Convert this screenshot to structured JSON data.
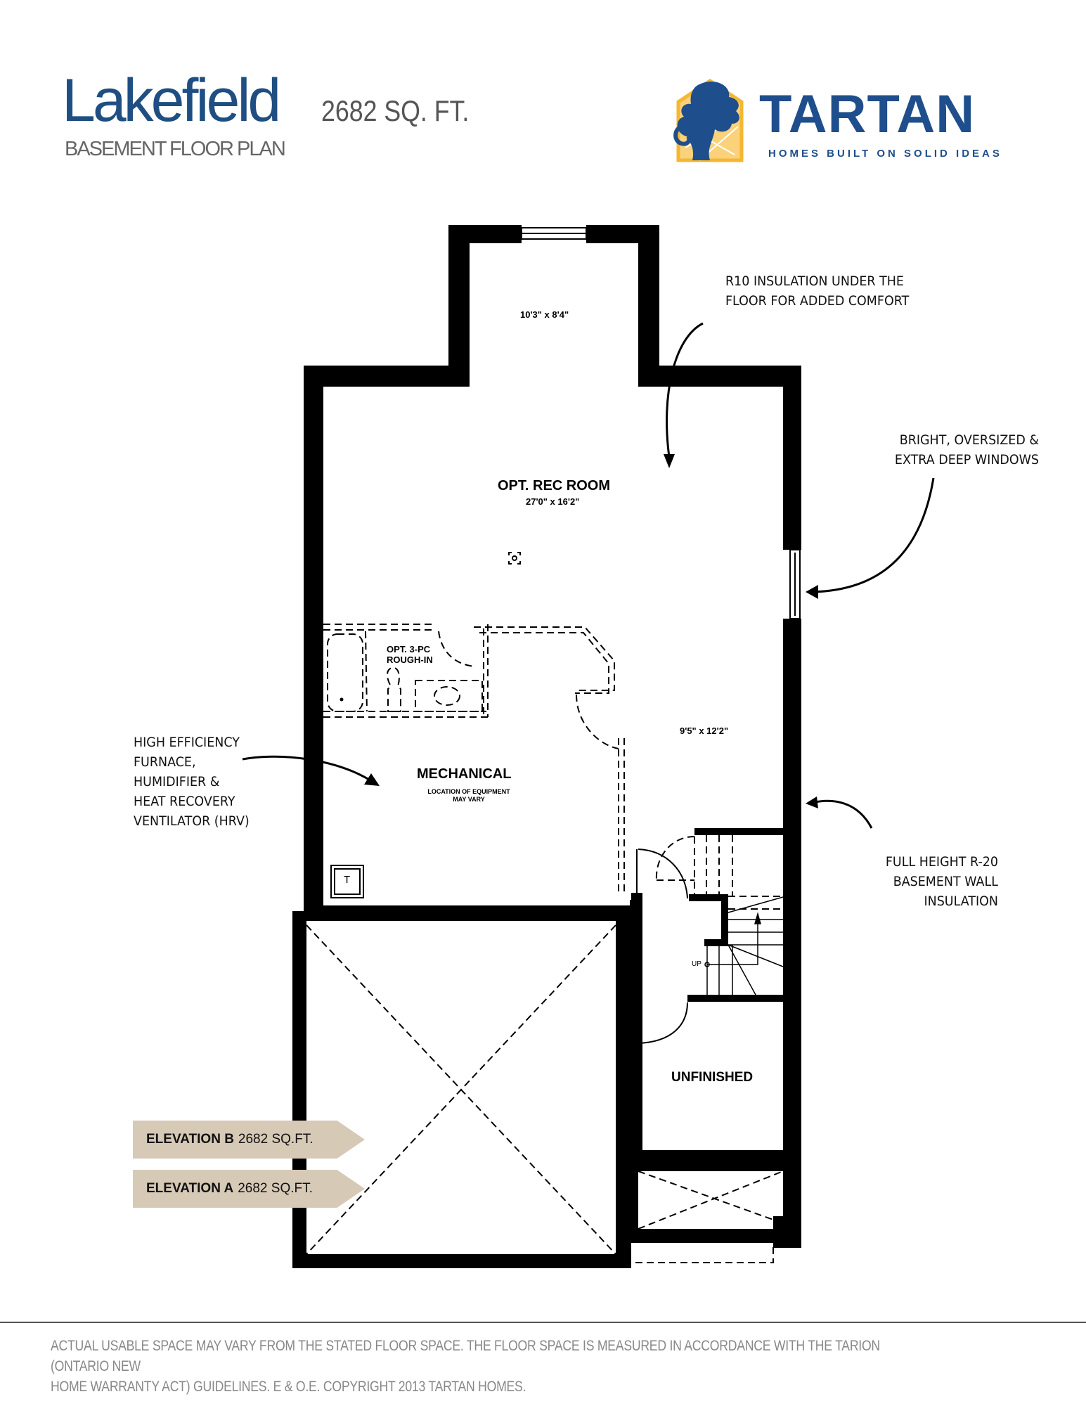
{
  "header": {
    "model_name": "Lakefield",
    "square_footage": "2682 SQ. FT.",
    "plan_type": "BASEMENT FLOOR PLAN"
  },
  "logo": {
    "brand": "TARTAN",
    "tagline": "HOMES BUILT ON SOLID IDEAS",
    "colors": {
      "primary": "#1f4e8c",
      "accent": "#f5b731"
    },
    "icon": "lion-rampant-icon"
  },
  "rooms": {
    "bay": {
      "dimensions": "10'3\" x 8'4\""
    },
    "rec_room": {
      "label": "OPT. REC ROOM",
      "dimensions": "27'0\" x 16'2\""
    },
    "rough_in": {
      "label_line1": "OPT. 3-PC",
      "label_line2": "ROUGH-IN"
    },
    "mechanical": {
      "label": "MECHANICAL",
      "note_line1": "LOCATION OF EQUIPMENT",
      "note_line2": "MAY VARY"
    },
    "side_room": {
      "dimensions": "9'5\" x 12'2\""
    },
    "unfinished": {
      "label": "UNFINISHED"
    },
    "stairs": {
      "direction_label": "UP"
    },
    "tank": {
      "label": "T"
    }
  },
  "callouts": {
    "floor_insulation": {
      "line1": "R10 INSULATION UNDER THE",
      "line2": "FLOOR FOR ADDED COMFORT"
    },
    "windows": {
      "line1": "BRIGHT, OVERSIZED &",
      "line2": "EXTRA DEEP WINDOWS"
    },
    "furnace": {
      "line1": "HIGH EFFICIENCY",
      "line2": "FURNACE,",
      "line3": "HUMIDIFIER &",
      "line4": "HEAT RECOVERY",
      "line5": "VENTILATOR (HRV)"
    },
    "wall_insulation": {
      "line1": "FULL HEIGHT R-20",
      "line2": "BASEMENT WALL",
      "line3": "INSULATION"
    }
  },
  "elevations": [
    {
      "name": "ELEVATION B",
      "area": "2682 SQ.FT."
    },
    {
      "name": "ELEVATION A",
      "area": "2682 SQ.FT."
    }
  ],
  "footer": {
    "disclaimer_line1": "ACTUAL USABLE SPACE MAY VARY FROM THE STATED FLOOR SPACE. THE FLOOR SPACE IS MEASURED IN ACCORDANCE WITH THE TARION (ONTARIO NEW",
    "disclaimer_line2": "HOME WARRANTY ACT) GUIDELINES. E & O.E. COPYRIGHT 2013 TARTAN HOMES."
  }
}
